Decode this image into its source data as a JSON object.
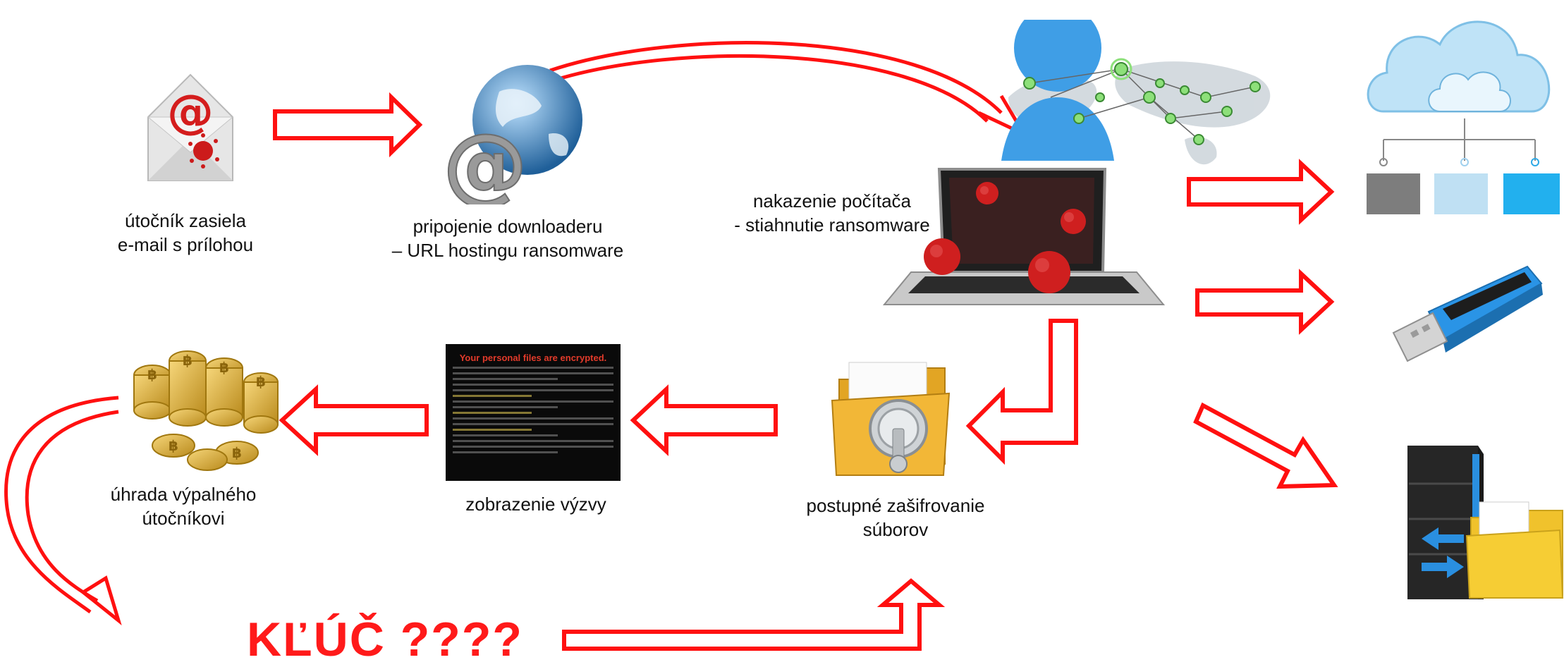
{
  "labels": {
    "attacker_email": [
      "útočník zasiela",
      "e-mail s prílohou"
    ],
    "downloader": [
      "pripojenie downloaderu",
      "– URL hostingu ransomware"
    ],
    "infection": [
      "nakazenie počítača",
      "- stiahnutie ransomware"
    ],
    "encryption": [
      "postupné zašifrovanie",
      "súborov"
    ],
    "ransom_demand": [
      "zobrazenie výzvy"
    ],
    "payment": [
      "úhrada výpalného",
      "útočníkovi"
    ]
  },
  "key_text": "KĽÚČ  ????",
  "ransom_note": {
    "title": "Your personal files are encrypted."
  },
  "colors": {
    "arrow_outline": "#ff1010",
    "key_text": "#ff1a1a"
  },
  "icons": [
    "email-envelope-icon",
    "globe-at-icon",
    "infected-laptop-icon",
    "world-network-person-icon",
    "folder-lock-icon",
    "ransom-note-screen-icon",
    "bitcoin-coins-icon",
    "cloud-storage-icon",
    "usb-drive-icon",
    "server-files-icon"
  ]
}
